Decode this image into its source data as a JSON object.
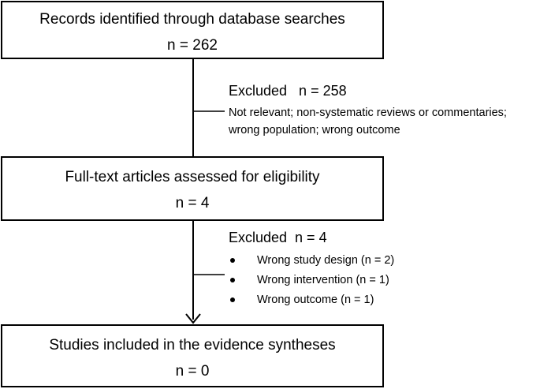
{
  "boxes": {
    "identified": {
      "title": "Records identified through database searches",
      "count": "n = 262"
    },
    "assessed": {
      "title": "Full-text articles assessed for eligibility",
      "count": "n = 4"
    },
    "included": {
      "title": "Studies included in the evidence syntheses",
      "count": "n = 0"
    }
  },
  "exclusions": {
    "first": {
      "heading": "Excluded   n = 258",
      "reasons": [
        "Not relevant; non-systematic reviews or commentaries;",
        "wrong population; wrong outcome"
      ]
    },
    "second": {
      "heading": "Excluded  n = 4",
      "reasons": [
        "Wrong study design (n = 2)",
        "Wrong intervention (n = 1)",
        "Wrong outcome (n = 1)"
      ]
    }
  }
}
